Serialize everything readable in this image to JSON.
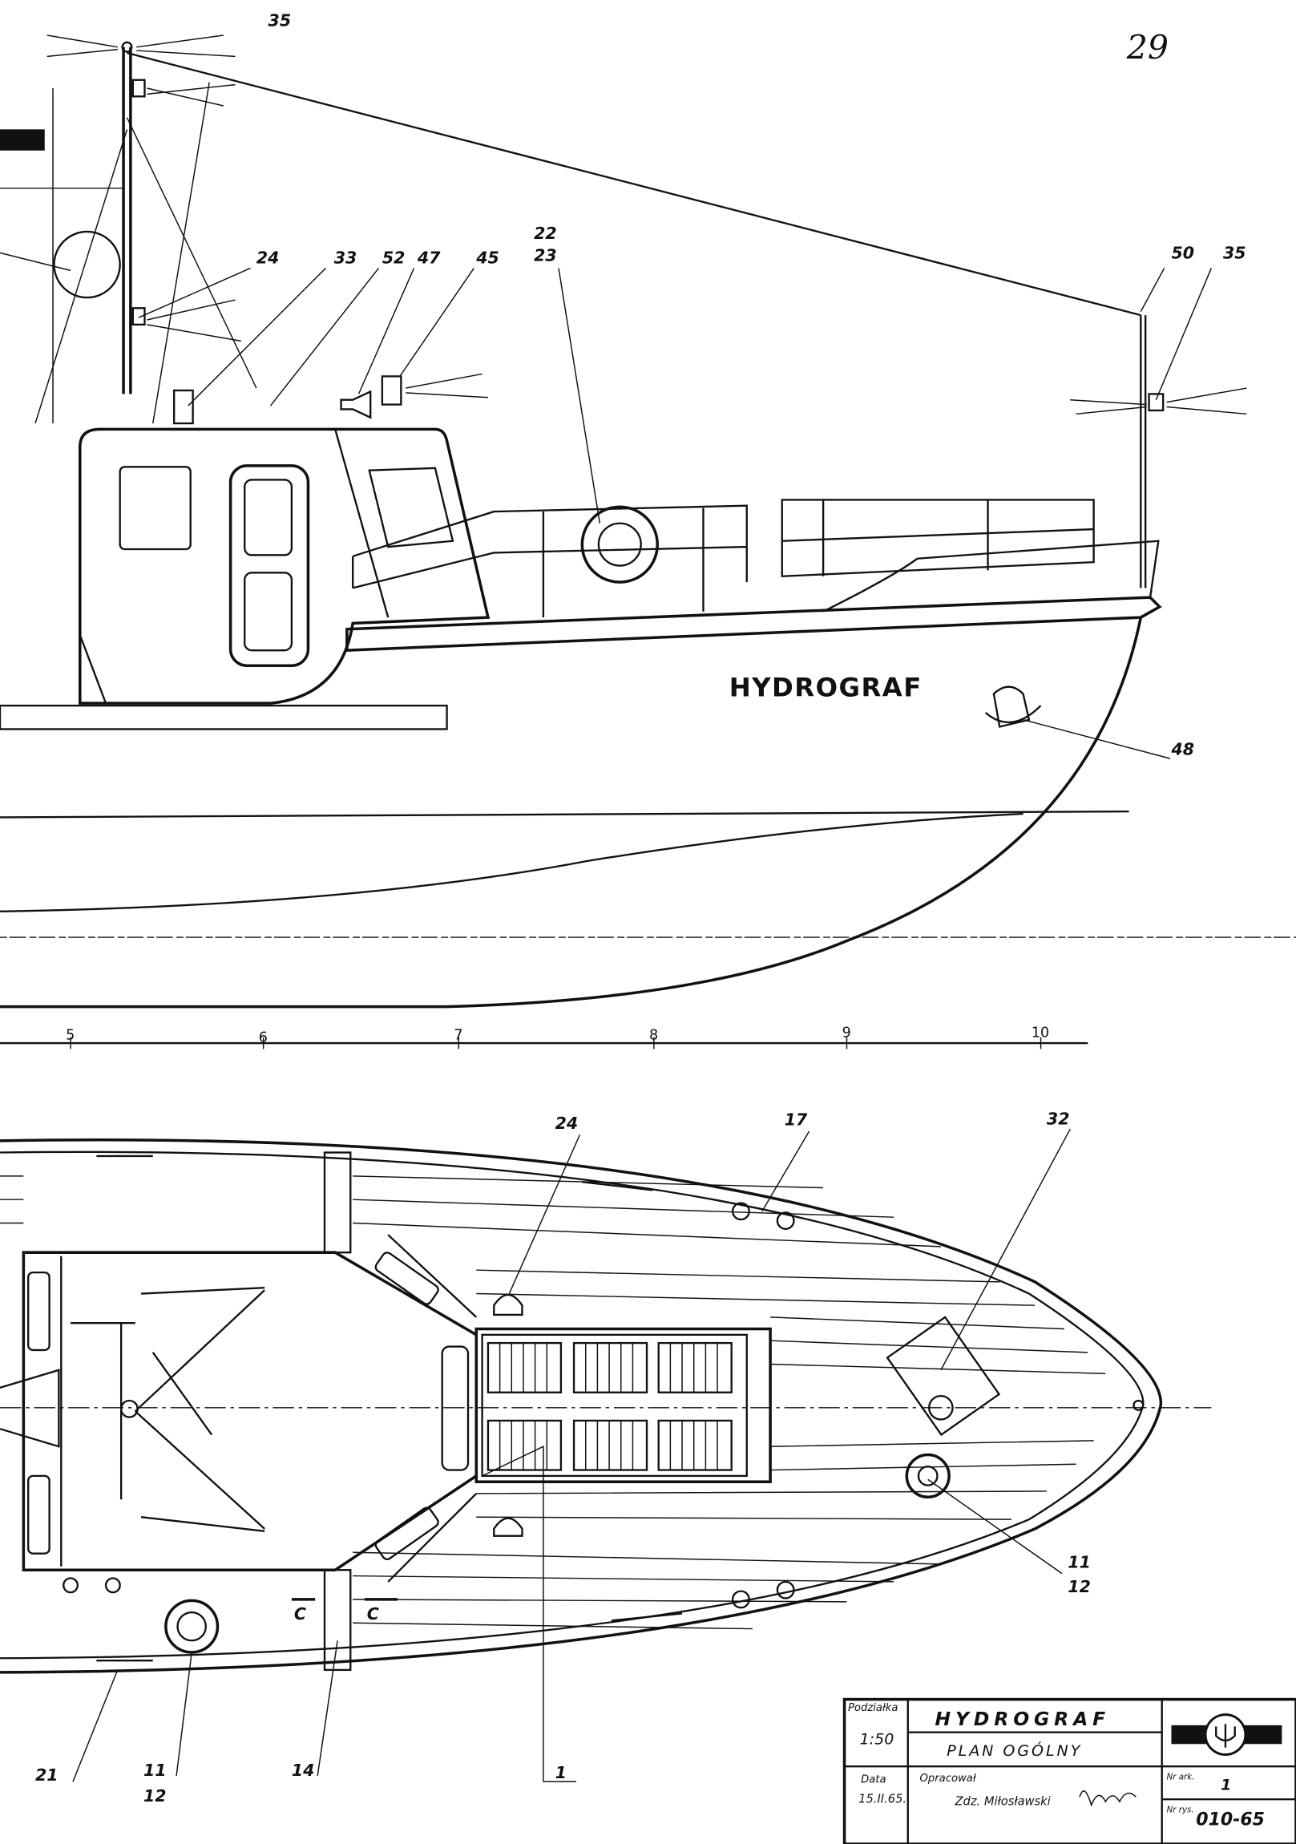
{
  "side_view": {
    "hull_name": "HYDROGRAF",
    "labels": [
      "35",
      "24",
      "33",
      "52",
      "47",
      "45",
      "22",
      "23",
      "50",
      "35",
      "48"
    ],
    "sheet_mark": "29"
  },
  "frame_scale": [
    "5",
    "6",
    "7",
    "8",
    "9",
    "10"
  ],
  "plan_view": {
    "labels": [
      "24",
      "17",
      "32",
      "11",
      "12",
      "21",
      "11",
      "12",
      "14",
      "1",
      "C",
      "C"
    ]
  },
  "title_block": {
    "scale_label": "Podziałka",
    "scale": "1:50",
    "title": "HYDROGRAF",
    "subtitle": "PLAN OGÓLNY",
    "date_label": "Data",
    "date": "15.II.65.",
    "prepared_label": "Opracował",
    "author": "Zdz. Miłosławski",
    "sheet_no_label": "Nr ark.",
    "sheet_no": "1",
    "drawing_no_label": "Nr rys.",
    "drawing_no": "010-65"
  }
}
